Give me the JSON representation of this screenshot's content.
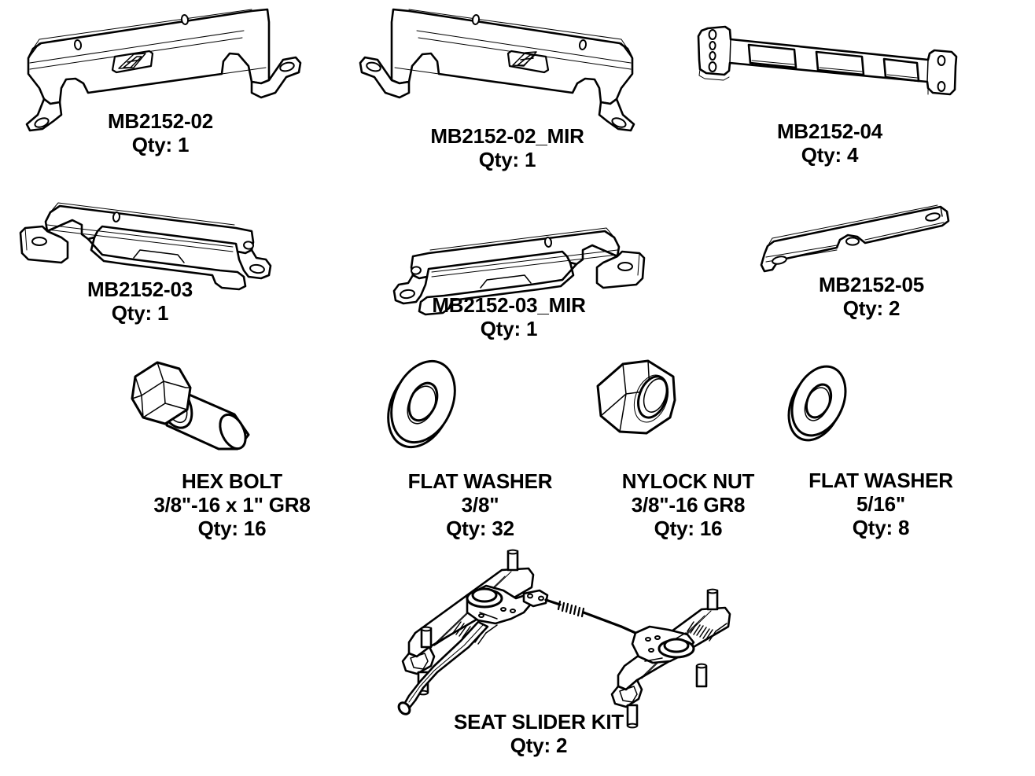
{
  "document": {
    "kind": "parts-inventory-diagram",
    "background_color": "#ffffff",
    "line_color": "#000000"
  },
  "parts": [
    {
      "id": "mb2152-02",
      "name": "MB2152-02",
      "qty_label": "Qty: 1",
      "qty": 1,
      "icon": "bracket-left-isometric"
    },
    {
      "id": "mb2152-02-mir",
      "name": "MB2152-02_MIR",
      "qty_label": "Qty: 1",
      "qty": 1,
      "icon": "bracket-right-mirrored-isometric"
    },
    {
      "id": "mb2152-04",
      "name": "MB2152-04",
      "qty_label": "Qty: 4",
      "qty": 4,
      "icon": "slotted-flat-plate"
    },
    {
      "id": "mb2152-03",
      "name": "MB2152-03",
      "qty_label": "Qty: 1",
      "qty": 1,
      "icon": "side-rail-bracket-left"
    },
    {
      "id": "mb2152-03-mir",
      "name": "MB2152-03_MIR",
      "qty_label": "Qty: 1",
      "qty": 1,
      "icon": "side-rail-bracket-right-mirrored"
    },
    {
      "id": "mb2152-05",
      "name": "MB2152-05",
      "qty_label": "Qty: 2",
      "qty": 2,
      "icon": "angle-strap"
    },
    {
      "id": "hex-bolt",
      "name": "HEX BOLT",
      "spec": "3/8\"-16 x 1\" GR8",
      "qty_label": "Qty: 16",
      "qty": 16,
      "icon": "hex-bolt"
    },
    {
      "id": "flat-washer-38",
      "name": "FLAT WASHER",
      "spec": "3/8\"",
      "qty_label": "Qty: 32",
      "qty": 32,
      "icon": "flat-washer"
    },
    {
      "id": "nylock-nut",
      "name": "NYLOCK NUT",
      "spec": "3/8\"-16 GR8",
      "qty_label": "Qty: 16",
      "qty": 16,
      "icon": "hex-nut"
    },
    {
      "id": "flat-washer-516",
      "name": "FLAT WASHER",
      "spec": "5/16\"",
      "qty_label": "Qty: 8",
      "qty": 8,
      "icon": "flat-washer"
    },
    {
      "id": "seat-slider-kit",
      "name": "SEAT SLIDER KIT",
      "qty_label": "Qty: 2",
      "qty": 2,
      "icon": "seat-slider-assembly"
    }
  ]
}
